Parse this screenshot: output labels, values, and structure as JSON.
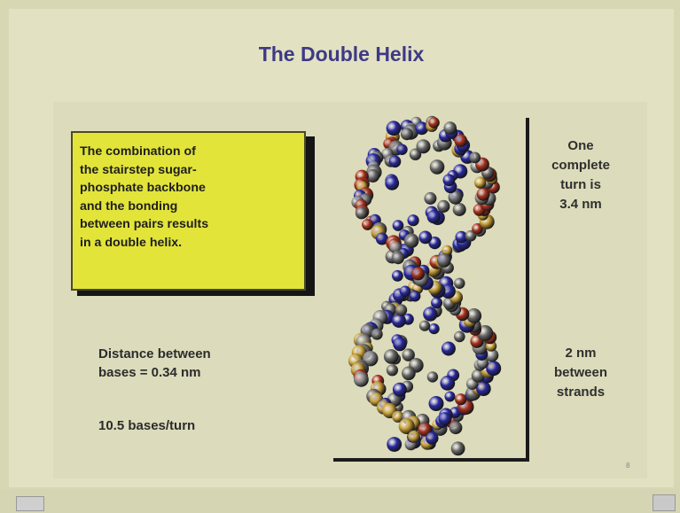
{
  "slide": {
    "title": "The Double Helix",
    "callout_text": "The combination of the stairstep sugar-phosphate backbone and the bonding between pairs results in a double helix.",
    "callout_lines": [
      "The combination of",
      "the stairstep sugar-",
      "phosphate backbone",
      "and the bonding",
      "between pairs results",
      "in a double helix."
    ],
    "distance_line1": "Distance between",
    "distance_line2": "bases = 0.34 nm",
    "bases_per_turn": "10.5 bases/turn",
    "turn_lines": [
      "One",
      "complete",
      "turn is",
      "3.4 nm"
    ],
    "strand_lines": [
      "2 nm",
      "between",
      "strands"
    ],
    "slide_number": "8"
  },
  "colors": {
    "title": "#3d3a86",
    "callout_bg": "#e2e43a",
    "atom_colors": [
      "#2a2aa0",
      "#a8321e",
      "#6a6a6a",
      "#c9a23a",
      "#8a8a8a"
    ]
  }
}
